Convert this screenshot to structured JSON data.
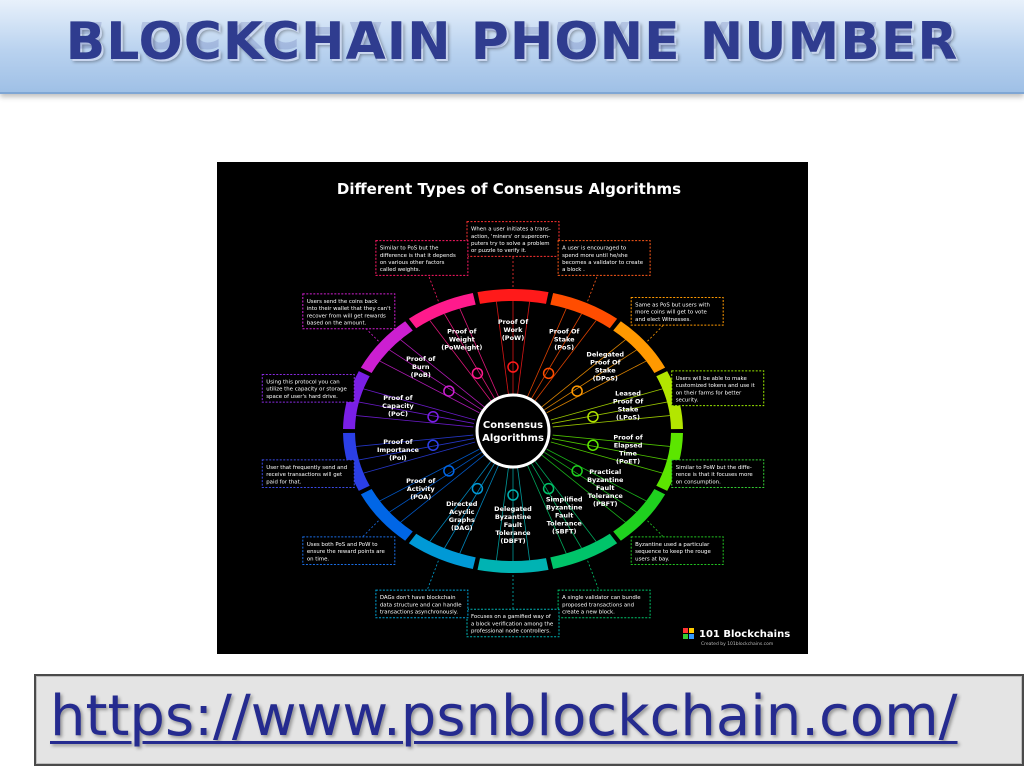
{
  "slide": {
    "title": "BLOCKCHAIN PHONE NUMBER",
    "url": "https://www.psnblockchain.com/"
  },
  "infographic": {
    "heading": "Different Types of Consensus Algorithms",
    "center_label": [
      "Consensus",
      "Algorithms"
    ],
    "brand": "101 Blockchains",
    "brand_sub": "Created by 101blockchains.com",
    "segments": [
      {
        "label": [
          "Proof Of",
          "Work",
          "(PoW)"
        ],
        "color": "#ff1a1a",
        "icon": "mining-icon"
      },
      {
        "label": [
          "Proof Of",
          "Stake",
          "(PoS)"
        ],
        "color": "#ff4d00",
        "icon": "coins-icon"
      },
      {
        "label": [
          "Delegated",
          "Proof Of",
          "Stake",
          "(DPoS)"
        ],
        "color": "#ff9900",
        "icon": "delegate-icon"
      },
      {
        "label": [
          "Leased",
          "Proof Of",
          "Stake",
          "(LPoS)"
        ],
        "color": "#b3e600",
        "icon": "lease-icon"
      },
      {
        "label": [
          "Proof of",
          "Elapsed",
          "Time",
          "(PoET)"
        ],
        "color": "#5ce600",
        "icon": "timer-icon"
      },
      {
        "label": [
          "Practical",
          "Byzantine",
          "Fault",
          "Tolerance",
          "(PBFT)"
        ],
        "color": "#1fd11f",
        "icon": "network-icon"
      },
      {
        "label": [
          "Simplified",
          "Byzantine",
          "Fault",
          "Tolerance",
          "(SBFT)"
        ],
        "color": "#00c46a",
        "icon": "validator-icon"
      },
      {
        "label": [
          "Delegated",
          "Byzantine",
          "Fault",
          "Tolerance",
          "(DBFT)"
        ],
        "color": "#00b3b3",
        "icon": "nodes-icon"
      },
      {
        "label": [
          "Directed",
          "Acyclic",
          "Graphs",
          "(DAG)"
        ],
        "color": "#0099d6",
        "icon": "graph-icon"
      },
      {
        "label": [
          "Proof of",
          "Activity",
          "(POA)"
        ],
        "color": "#0066e6",
        "icon": "activity-icon"
      },
      {
        "label": [
          "Proof of",
          "Importance",
          "(PoI)"
        ],
        "color": "#2b3fe6",
        "icon": "importance-icon"
      },
      {
        "label": [
          "Proof of",
          "Capacity",
          "(PoC)"
        ],
        "color": "#7a1fe6",
        "icon": "disk-icon"
      },
      {
        "label": [
          "Proof of",
          "Burn",
          "(PoB)"
        ],
        "color": "#cc1fd1",
        "icon": "fire-icon"
      },
      {
        "label": [
          "Proof of",
          "Weight",
          "(PoWeight)"
        ],
        "color": "#ff1a8c",
        "icon": "weight-icon"
      }
    ],
    "notes": [
      {
        "lines": [
          "When a user initiates a trans-",
          "action, 'miners' or supercom-",
          "puters try to solve a problem",
          "or puzzle to verify it."
        ],
        "color": "#ff3333"
      },
      {
        "lines": [
          "A user is encouraged to",
          "spend more until he/she",
          "becomes a validator to create",
          "a block ."
        ],
        "color": "#ff5a1a"
      },
      {
        "lines": [
          "Same as PoS but users with",
          "more coins will get to vote",
          "and elect Witnesses."
        ],
        "color": "#ff9900"
      },
      {
        "lines": [
          "Users will be able to make",
          "customized tokens and use it",
          "on their farms for better",
          "security."
        ],
        "color": "#99e600"
      },
      {
        "lines": [
          "Similar to PoW but the diffe-",
          "rence is that it focuses more",
          "on consumption."
        ],
        "color": "#33cc33"
      },
      {
        "lines": [
          "Byzantine used a particular",
          "sequence to keep the rouge",
          "users at bay."
        ],
        "color": "#22c422"
      },
      {
        "lines": [
          "A single validator can bundle",
          "proposed transactions and",
          "create a new block."
        ],
        "color": "#00c46a"
      },
      {
        "lines": [
          "Focuses on a gamified way of",
          "a block verification among the",
          "professional node controllers."
        ],
        "color": "#00b3b3"
      },
      {
        "lines": [
          "DAGs don't have blockchain",
          "data structure and can handle",
          "transactions asynchronously."
        ],
        "color": "#00a3d6"
      },
      {
        "lines": [
          "Uses both PoS and PoW to",
          "ensure the reward points are",
          "on time."
        ],
        "color": "#1a6ee6"
      },
      {
        "lines": [
          "User that frequently send and",
          "receive transactions will get",
          "paid for that."
        ],
        "color": "#3a4ae6"
      },
      {
        "lines": [
          "Using this protocol you can",
          "utilize the capacity or storage",
          "space of user's hard drive."
        ],
        "color": "#8a2be2"
      },
      {
        "lines": [
          "Users send the coins back",
          "into their wallet that they can't",
          "recover from will get rewards",
          "based on the amount."
        ],
        "color": "#d11fd1"
      },
      {
        "lines": [
          "Similar to PoS but the",
          "difference is that it depends",
          "on various other factors",
          "called weights."
        ],
        "color": "#ff1a66"
      }
    ]
  }
}
